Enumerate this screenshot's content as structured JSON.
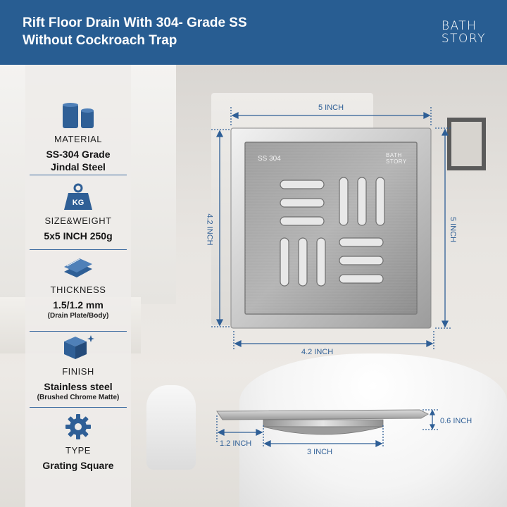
{
  "header": {
    "title_line1": "Rift Floor Drain With 304- Grade SS",
    "title_line2": "Without Cockroach Trap",
    "brand_line1": "BATH",
    "brand_line2": "STORY"
  },
  "colors": {
    "header_bg": "#285d92",
    "accent": "#2f5f96",
    "steel": "#a8a8a8"
  },
  "specs": [
    {
      "icon": "steel-pipes-icon",
      "label": "MATERIAL",
      "value_line1": "SS-304 Grade",
      "value_line2": "Jindal Steel",
      "sub": ""
    },
    {
      "icon": "weight-kg-icon",
      "label": "SIZE&WEIGHT",
      "value_line1": "5x5 INCH 250g",
      "value_line2": "",
      "sub": ""
    },
    {
      "icon": "layers-icon",
      "label": "THICKNESS",
      "value_line1": "1.5/1.2 mm",
      "value_line2": "",
      "sub": "(Drain Plate/Body)"
    },
    {
      "icon": "cube-icon",
      "label": "FINISH",
      "value_line1": "Stainless steel",
      "value_line2": "",
      "sub": "(Brushed Chrome Matte)"
    },
    {
      "icon": "gear-icon",
      "label": "TYPE",
      "value_line1": "Grating Square",
      "value_line2": "",
      "sub": ""
    }
  ],
  "product": {
    "plate_text": "SS 304",
    "plate_brand_line1": "BATH",
    "plate_brand_line2": "STORY"
  },
  "dimensions": {
    "top_width": "5 INCH",
    "right_height": "5 INCH",
    "left_height": "4.2 INCH",
    "bottom_width": "4.2 INCH",
    "side_depth": "0.6 INCH",
    "side_flange": "1.2 INCH",
    "side_body": "3 INCH"
  }
}
